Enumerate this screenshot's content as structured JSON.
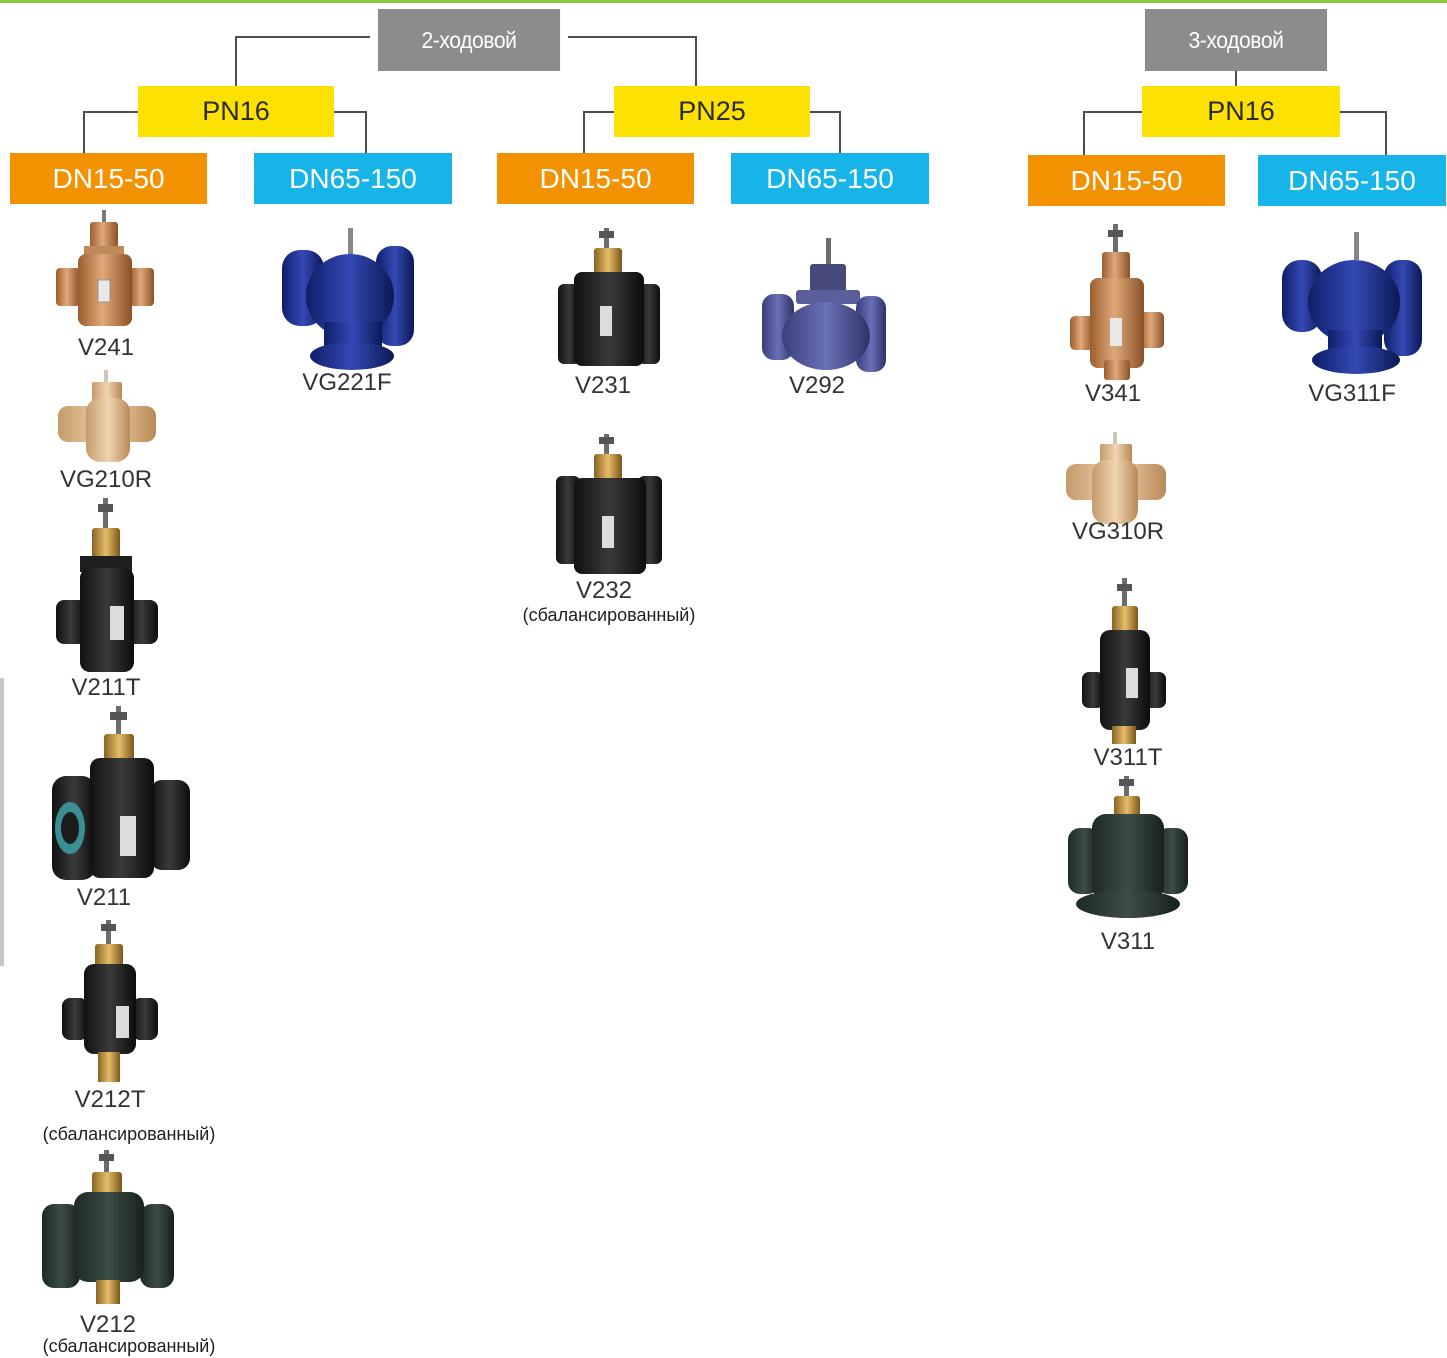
{
  "colors": {
    "accent_rule": "#8bc63f",
    "gray_box": "#8a8c8e",
    "pn_box": "#fde100",
    "dn_small": "#f39200",
    "dn_large": "#16b4e8",
    "connector": "#4d4d4d"
  },
  "groups": {
    "two_way": {
      "label": "2-ходовой",
      "pn16": {
        "label": "PN16",
        "dn_small": {
          "label": "DN15-50",
          "valves": [
            {
              "model": "V241",
              "icon": "bronze-threaded-2way-valve"
            },
            {
              "model": "VG210R",
              "icon": "bronze-threaded-valve-body"
            },
            {
              "model": "V211T",
              "icon": "black-threaded-2way-valve"
            },
            {
              "model": "V211",
              "icon": "black-flanged-2way-valve"
            },
            {
              "model": "V212T",
              "note": "(сбалансированный)",
              "icon": "black-threaded-balanced-valve"
            },
            {
              "model": "V212",
              "note": "(сбалансированный)",
              "icon": "black-flanged-balanced-valve"
            }
          ]
        },
        "dn_large": {
          "label": "DN65-150",
          "valves": [
            {
              "model": "VG221F",
              "icon": "blue-flanged-valve-body"
            }
          ]
        }
      },
      "pn25": {
        "label": "PN25",
        "dn_small": {
          "label": "DN15-50",
          "valves": [
            {
              "model": "V231",
              "icon": "black-flanged-2way-valve"
            },
            {
              "model": "V232",
              "note": "(сбалансированный)",
              "icon": "black-flanged-balanced-valve"
            }
          ]
        },
        "dn_large": {
          "label": "DN65-150",
          "valves": [
            {
              "model": "V292",
              "icon": "blue-flanged-globe-valve"
            }
          ]
        }
      }
    },
    "three_way": {
      "label": "3-ходовой",
      "pn16": {
        "label": "PN16",
        "dn_small": {
          "label": "DN15-50",
          "valves": [
            {
              "model": "V341",
              "icon": "bronze-threaded-3way-valve"
            },
            {
              "model": "VG310R",
              "icon": "bronze-threaded-valve-body"
            },
            {
              "model": "V311T",
              "icon": "black-threaded-3way-valve"
            },
            {
              "model": "V311",
              "icon": "black-flanged-3way-valve"
            }
          ]
        },
        "dn_large": {
          "label": "DN65-150",
          "valves": [
            {
              "model": "VG311F",
              "icon": "blue-flanged-3way-valve-body"
            }
          ]
        }
      }
    }
  }
}
